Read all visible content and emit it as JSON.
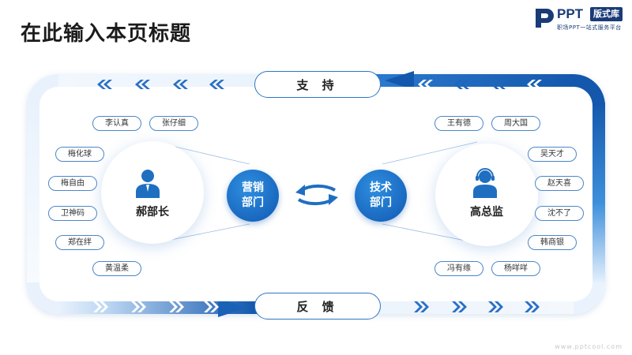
{
  "title": "在此输入本页标题",
  "logo": {
    "brand": "PPT",
    "box": "版式库",
    "sub": "职场PPT一站式服务平台"
  },
  "top_label": "支 持",
  "bottom_label": "反 馈",
  "left": {
    "person": "郝部长",
    "dept_line1": "营销",
    "dept_line2": "部门",
    "tags": [
      "李认真",
      "张仔细",
      "梅化球",
      "梅自由",
      "卫神码",
      "郑在绊",
      "黄温柔"
    ]
  },
  "right": {
    "person": "高总监",
    "dept_line1": "技术",
    "dept_line2": "部门",
    "tags": [
      "王有德",
      "周大国",
      "吴天才",
      "赵天喜",
      "沈不了",
      "韩商银",
      "冯有缘",
      "杨咩咩"
    ]
  },
  "watermark": "www.pptcool.com",
  "colors": {
    "accent": "#1f6fc1",
    "dark": "#1058b2",
    "light": "#e3efff"
  },
  "icons": {
    "person_left": "person-icon",
    "person_right": "person-headset-icon",
    "exchange": "exchange-arrows-icon"
  }
}
